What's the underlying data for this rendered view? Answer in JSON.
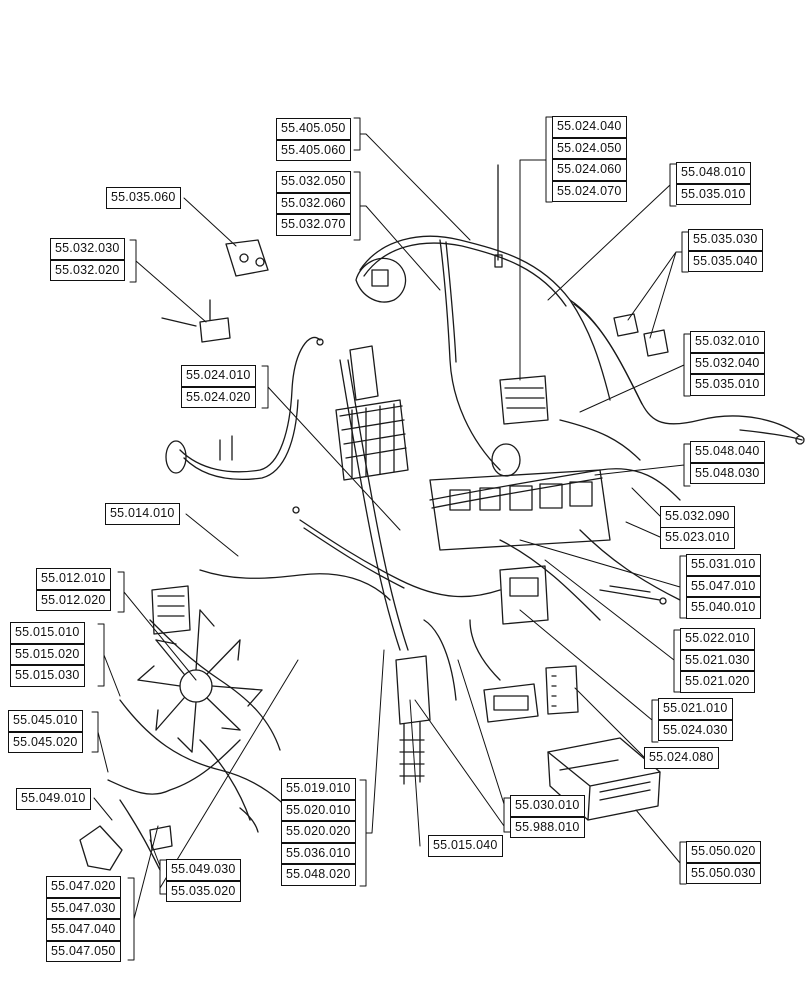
{
  "diagram": {
    "callouts": [
      {
        "id": "c-405",
        "labels": [
          "55.405.050",
          "55.405.060"
        ]
      },
      {
        "id": "c-024-040",
        "labels": [
          "55.024.040",
          "55.024.050",
          "55.024.060",
          "55.024.070"
        ]
      },
      {
        "id": "c-048-010",
        "labels": [
          "55.048.010",
          "55.035.010"
        ]
      },
      {
        "id": "c-035-060",
        "labels": [
          "55.035.060"
        ]
      },
      {
        "id": "c-032-050",
        "labels": [
          "55.032.050",
          "55.032.060",
          "55.032.070"
        ]
      },
      {
        "id": "c-035-030",
        "labels": [
          "55.035.030",
          "55.035.040"
        ]
      },
      {
        "id": "c-032-030",
        "labels": [
          "55.032.030",
          "55.032.020"
        ]
      },
      {
        "id": "c-032-010",
        "labels": [
          "55.032.010",
          "55.032.040",
          "55.035.010"
        ]
      },
      {
        "id": "c-024-010",
        "labels": [
          "55.024.010",
          "55.024.020"
        ]
      },
      {
        "id": "c-048-040",
        "labels": [
          "55.048.040",
          "55.048.030"
        ]
      },
      {
        "id": "c-014-010",
        "labels": [
          "55.014.010"
        ]
      },
      {
        "id": "c-032-090",
        "labels": [
          "55.032.090"
        ]
      },
      {
        "id": "c-023-010",
        "labels": [
          "55.023.010"
        ]
      },
      {
        "id": "c-012-010",
        "labels": [
          "55.012.010",
          "55.012.020"
        ]
      },
      {
        "id": "c-031-010",
        "labels": [
          "55.031.010",
          "55.047.010",
          "55.040.010"
        ]
      },
      {
        "id": "c-015-010",
        "labels": [
          "55.015.010",
          "55.015.020",
          "55.015.030"
        ]
      },
      {
        "id": "c-022-010",
        "labels": [
          "55.022.010",
          "55.021.030",
          "55.021.020"
        ]
      },
      {
        "id": "c-045-010",
        "labels": [
          "55.045.010",
          "55.045.020"
        ]
      },
      {
        "id": "c-021-010",
        "labels": [
          "55.021.010",
          "55.024.030"
        ]
      },
      {
        "id": "c-024-080",
        "labels": [
          "55.024.080"
        ]
      },
      {
        "id": "c-049-010",
        "labels": [
          "55.049.010"
        ]
      },
      {
        "id": "c-019-010",
        "labels": [
          "55.019.010",
          "55.020.010",
          "55.020.020",
          "55.036.010",
          "55.048.020"
        ]
      },
      {
        "id": "c-030-010",
        "labels": [
          "55.030.010",
          "55.988.010"
        ]
      },
      {
        "id": "c-015-040",
        "labels": [
          "55.015.040"
        ]
      },
      {
        "id": "c-050-020",
        "labels": [
          "55.050.020",
          "55.050.030"
        ]
      },
      {
        "id": "c-049-030",
        "labels": [
          "55.049.030",
          "55.035.020"
        ]
      },
      {
        "id": "c-047-020",
        "labels": [
          "55.047.020",
          "55.047.030",
          "55.047.040",
          "55.047.050"
        ]
      }
    ]
  }
}
